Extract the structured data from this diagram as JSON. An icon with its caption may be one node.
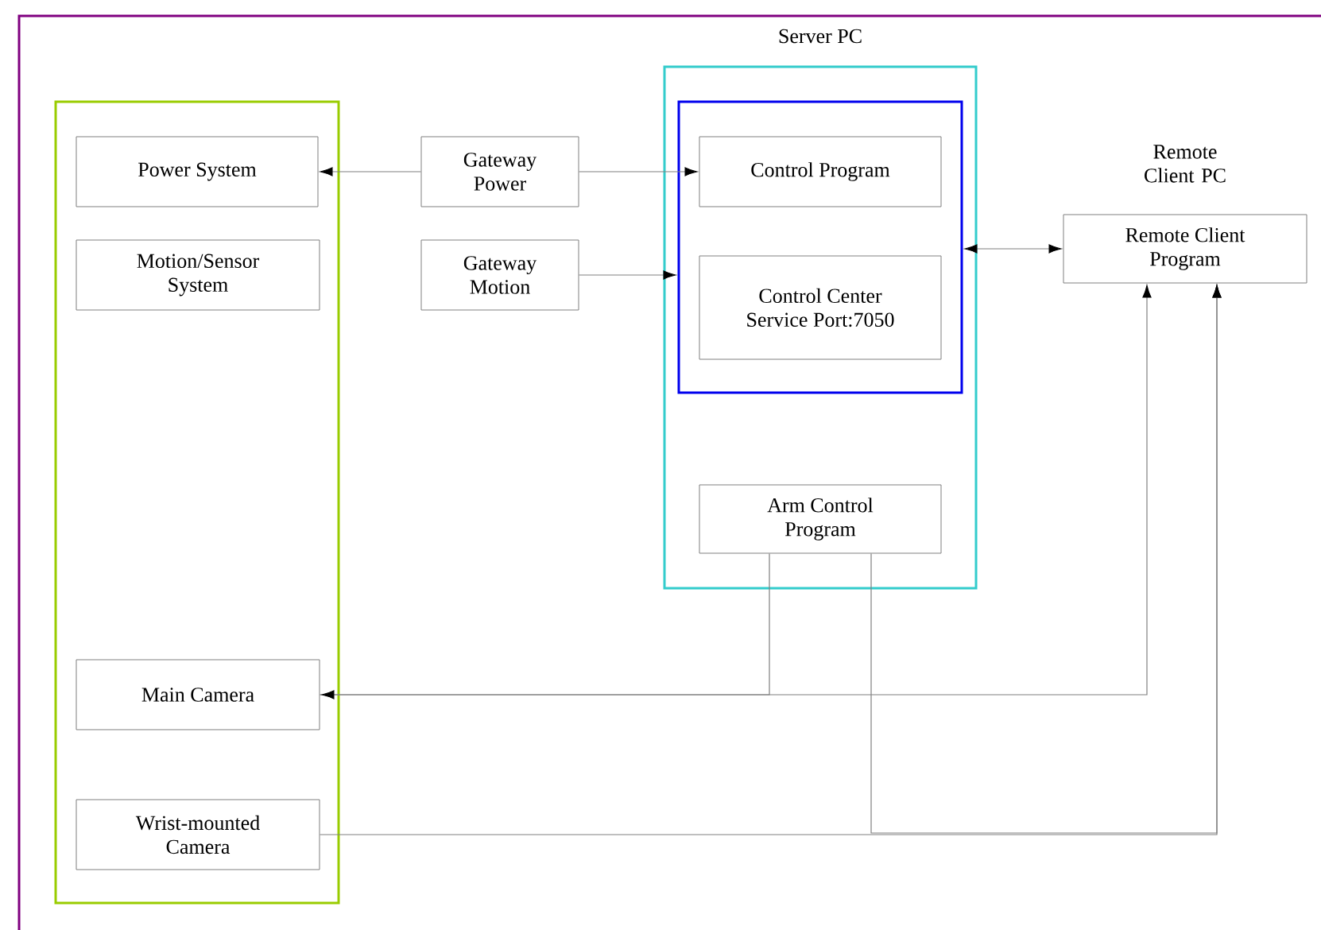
{
  "diagram": {
    "nodes": [
      {
        "text": [],
        "shape": "box"
      },
      {
        "text": [
          "Power System"
        ],
        "in": 0
      },
      {
        "text": [
          "Motion/Sensor System"
        ],
        "in": 0
      },
      {
        "text": [
          "Main Camera"
        ],
        "in": 0
      },
      {
        "text": [
          "Wrist-mounted Camera"
        ],
        "in": 0
      },
      {
        "text": [
          "Gateway Power"
        ]
      },
      {
        "text": [
          "Gateway Motion"
        ]
      },
      {
        "text": [
          "Server PC"
        ]
      },
      {
        "text": [],
        "shape": "box",
        "in": 7
      },
      {
        "text": [
          "Control Program"
        ],
        "in": 8
      },
      {
        "text": [
          "Control Center Service Port:7050"
        ],
        "in": 8
      },
      {
        "text": [
          "Arm Control Program"
        ],
        "in": 7
      },
      {
        "text": [
          "Remote Client Program"
        ],
        "beside": [
          "Remote Client PC"
        ]
      }
    ],
    "edges": [
      {
        "from": 5,
        "to": 1,
        "arrow": "to"
      },
      {
        "from": 5,
        "to": 9,
        "arrow": "to"
      },
      {
        "from": 6,
        "to": 8,
        "arrow": "to"
      },
      {
        "from": 8,
        "to": 12,
        "arrow": "both"
      },
      {
        "from": 3,
        "to": 12,
        "arrow": "to"
      },
      {
        "from": 11,
        "to": 3,
        "arrow": "to"
      },
      {
        "from": 4,
        "to": 12,
        "arrow": "to"
      },
      {
        "from": 11,
        "to": 12,
        "arrow": "to"
      }
    ]
  }
}
